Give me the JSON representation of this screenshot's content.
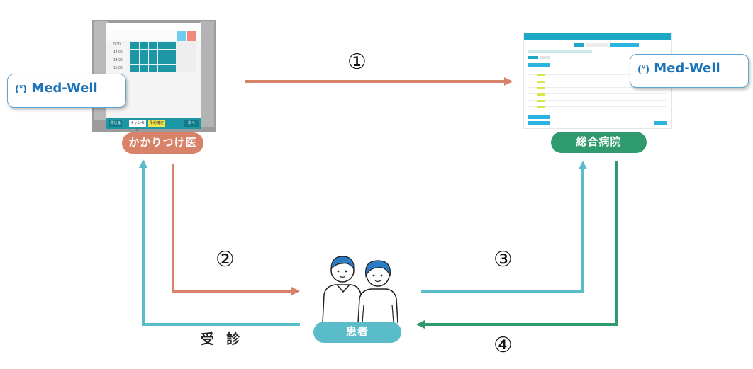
{
  "nodes": {
    "clinic": {
      "label": "かかりつけ医",
      "color": "#d9826a"
    },
    "hospital": {
      "label": "総合病院",
      "color": "#2f9a6d"
    },
    "patient": {
      "label": "患者",
      "color": "#5bbcc9"
    }
  },
  "steps": {
    "s1": "①",
    "s2": "②",
    "s3": "③",
    "s4": "④"
  },
  "consult_label": "受 診",
  "brand": {
    "name": "Med-Well",
    "mark": "(•̀ᴗ•́)"
  },
  "clinic_screen": {
    "rows": [
      "9:30",
      "14:00",
      "14:30",
      "15:30"
    ],
    "buttons": [
      "閉じる",
      "キャンセル",
      "予約確定",
      "次へ"
    ]
  },
  "hospital_screen": {
    "rows": 6
  },
  "colors": {
    "orange_arrow": "#d9826a",
    "teal_arrow": "#5bbcc9",
    "green_arrow": "#2f9a6d"
  }
}
